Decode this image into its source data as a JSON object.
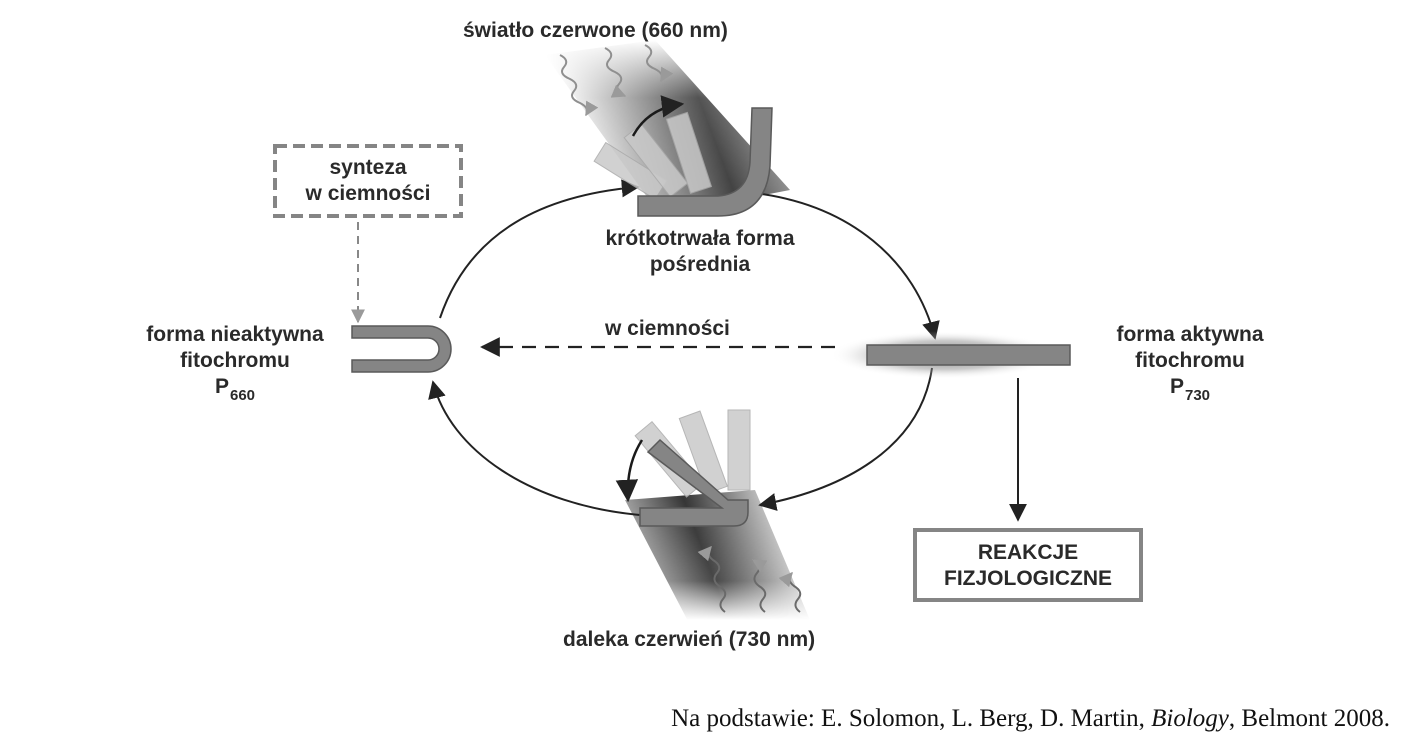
{
  "labels": {
    "red_light": "światło czerwone (660 nm)",
    "far_red": "daleka czerwień (730 nm)",
    "intermediate": [
      "krótkotrwała forma",
      "pośrednia"
    ],
    "inactive": [
      "forma nieaktywna",
      "fitochromu",
      "P",
      "660"
    ],
    "active": [
      "forma aktywna",
      "fitochromu",
      "P",
      "730"
    ],
    "dark_reversion": "w ciemności",
    "synthesis_box": [
      "synteza",
      "w ciemności"
    ],
    "reactions_box": [
      "REAKCJE",
      "FIZJOLOGICZNE"
    ]
  },
  "caption": {
    "prefix": "Na podstawie: E. Solomon, L. Berg, D. Martin, ",
    "title": "Biology",
    "suffix": ", Belmont 2008."
  },
  "colors": {
    "pigment": "#858585",
    "pigment_light": "#c9c9c9",
    "arrow": "#222222",
    "box_border": "#858585"
  }
}
